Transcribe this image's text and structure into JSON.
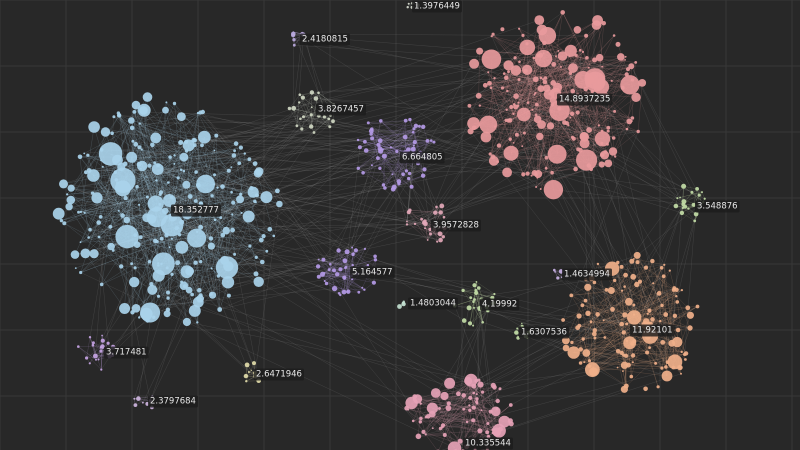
{
  "network": {
    "background": "#282828",
    "grid_color": "#3c3c3c",
    "clusters": [
      {
        "label": "18.352777",
        "color": "#a9d2ea"
      },
      {
        "label": "14.8937235",
        "color": "#e89a9c"
      },
      {
        "label": "11.92101",
        "color": "#f0b08a"
      },
      {
        "label": "10.335544",
        "color": "#e6a2b6"
      },
      {
        "label": "6.664805",
        "color": "#b49ae6"
      },
      {
        "label": "5.164577",
        "color": "#b49ae6"
      },
      {
        "label": "3.9572828",
        "color": "#e3a8b8"
      },
      {
        "label": "3.8267457",
        "color": "#cfd7c2"
      },
      {
        "label": "4.19992",
        "color": "#c2dca6"
      },
      {
        "label": "3.548876",
        "color": "#c2dca6"
      },
      {
        "label": "3.717481",
        "color": "#c6a4e4"
      },
      {
        "label": "2.6471946",
        "color": "#e2dcaa"
      },
      {
        "label": "2.4180815",
        "color": "#b9a8dc"
      },
      {
        "label": "2.3797684",
        "color": "#cdb4de"
      },
      {
        "label": "1.6307536",
        "color": "#c2dca6"
      },
      {
        "label": "1.4803044",
        "color": "#c2e0d0"
      },
      {
        "label": "1.4634994",
        "color": "#c9b2e6"
      },
      {
        "label": "1.3976449",
        "color": "#d8dcd0"
      }
    ]
  }
}
